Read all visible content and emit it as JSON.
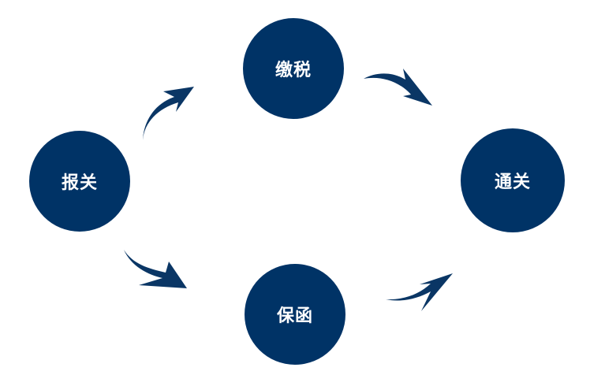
{
  "colors": {
    "node_fill": "#003366",
    "arrow_fill": "#0a3665",
    "node_text": "#ffffff",
    "background": "#ffffff"
  },
  "nodes": {
    "declare": {
      "label": "报关"
    },
    "pay_tax": {
      "label": "缴税"
    },
    "guarantee": {
      "label": "保函"
    },
    "clearance": {
      "label": "通关"
    }
  },
  "icons": {
    "arrow": "curved-arrow-icon"
  }
}
